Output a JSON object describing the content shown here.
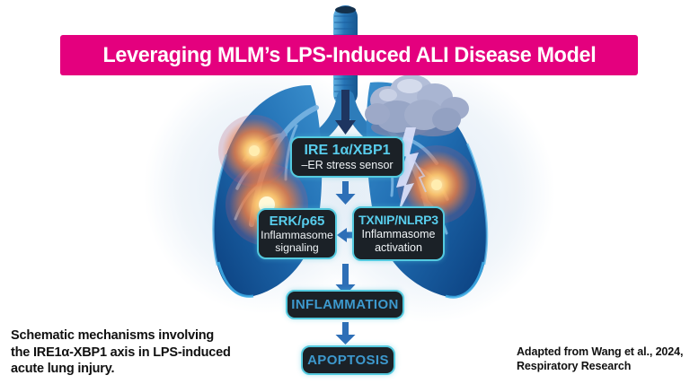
{
  "banner": {
    "title": "Leveraging MLM’s LPS-Induced ALI Disease Model",
    "bg_color": "#E4007E",
    "text_color": "#FFFFFF"
  },
  "flow": {
    "nodes": [
      {
        "id": "ire-xbp1",
        "title": "IRE 1α/XBP1",
        "subtitle": "–ER stress sensor"
      },
      {
        "id": "erk-p65",
        "title": "ERK/ρ65",
        "sub_line1": "Inflammasome",
        "sub_line2": "signaling"
      },
      {
        "id": "txnip-nlrp3",
        "title": "TXNIP/NLRP3",
        "sub_line1": "Inflammasome",
        "sub_line2": "activation"
      },
      {
        "id": "inflammation",
        "label": "INFLAMMATION"
      },
      {
        "id": "apoptosis",
        "label": "APOPTOSIS"
      }
    ],
    "edges": [
      {
        "from": "trachea",
        "to": "ire-xbp1",
        "direction": "down"
      },
      {
        "from": "ire-xbp1",
        "to": "erk-txnip-row",
        "direction": "down"
      },
      {
        "from": "txnip-nlrp3",
        "to": "erk-p65",
        "direction": "left"
      },
      {
        "from": "erk-txnip-row",
        "to": "inflammation",
        "direction": "down"
      },
      {
        "from": "inflammation",
        "to": "apoptosis",
        "direction": "down"
      }
    ]
  },
  "captions": {
    "left_lines": [
      "Schematic mechanisms involving",
      "the IRE1α-XBP1 axis in LPS-induced",
      "acute lung injury."
    ],
    "right_lines": [
      "Adapted from Wang et al., 2024,",
      "Respiratory Research"
    ]
  },
  "illustration": {
    "elements": [
      "lungs-icon",
      "trachea-icon",
      "storm-cloud-icon",
      "lightning-icon",
      "inflammation-glow-spots"
    ]
  },
  "colors": {
    "banner_magenta": "#E4007E",
    "node_bg": "#1B2127",
    "node_border_cyan": "#54CADF",
    "node_title_cyan": "#58CDEC",
    "node_label_blue": "#3D99CE",
    "node_subtext": "#EFF3F6",
    "arrow_blue": "#2E6FB7",
    "arrow_navy": "#1E3560",
    "lung_blue_dark": "#0B3F7E",
    "lung_blue_light": "#2E83C6",
    "glow_orange": "#FF9E4A",
    "caption_text": "#101010"
  }
}
